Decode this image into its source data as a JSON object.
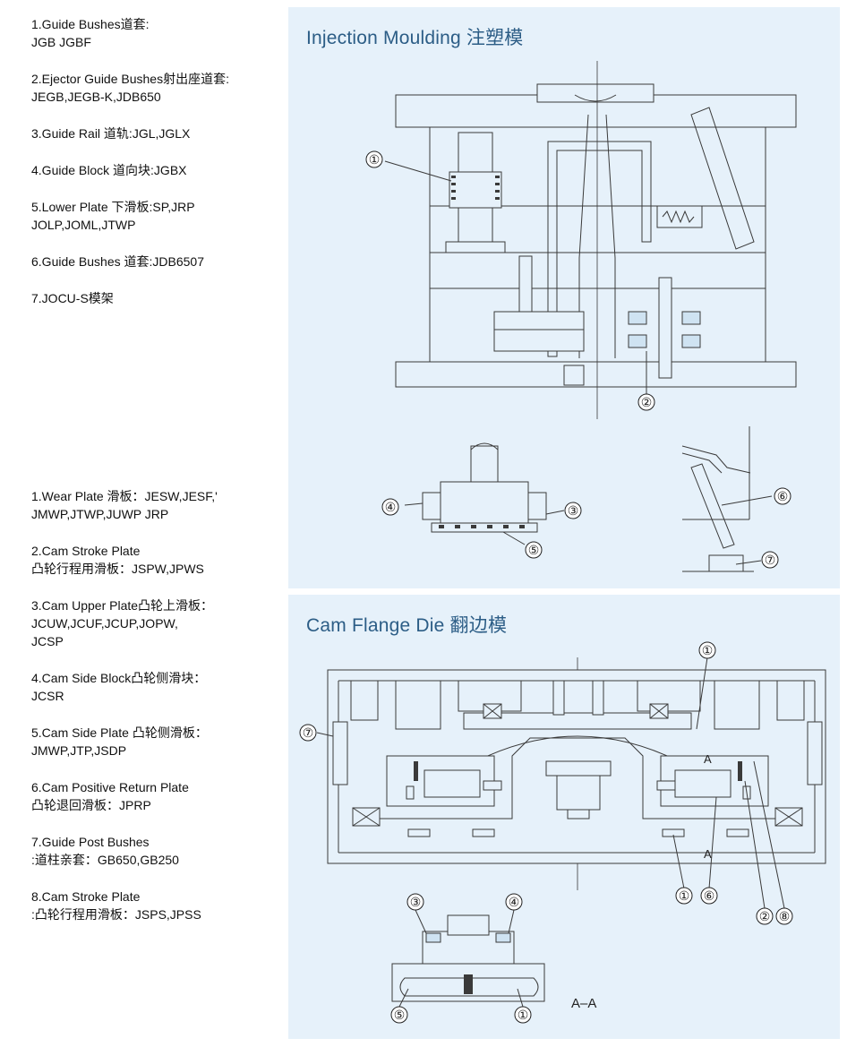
{
  "list_injection": [
    {
      "text": "1.Guide Bushes道套:\nJGB JGBF"
    },
    {
      "text": "2.Ejector Guide Bushes射出座道套:\nJEGB,JEGB-K,JDB650"
    },
    {
      "text": "3.Guide Rail 道轨:JGL,JGLX"
    },
    {
      "text": "4.Guide Block 道向块:JGBX"
    },
    {
      "text": "5.Lower Plate 下滑板:SP,JRP\nJOLP,JOML,JTWP"
    },
    {
      "text": "6.Guide Bushes 道套:JDB6507"
    },
    {
      "text": "7.JOCU-S模架"
    }
  ],
  "list_cam": [
    {
      "text": "1.Wear Plate 滑板：JESW,JESF,'\nJMWP,JTWP,JUWP JRP"
    },
    {
      "text": "2.Cam Stroke Plate\n凸轮行程用滑板：JSPW,JPWS"
    },
    {
      "text": "3.Cam Upper Plate凸轮上滑板：\nJCUW,JCUF,JCUP,JOPW,\nJCSP"
    },
    {
      "text": "4.Cam Side Block凸轮侧滑块：\nJCSR"
    },
    {
      "text": "5.Cam Side Plate 凸轮侧滑板：\nJMWP,JTP,JSDP"
    },
    {
      "text": "6.Cam Positive Return Plate\n凸轮退回滑板：JPRP"
    },
    {
      "text": "7.Guide Post Bushes\n:道柱亲套：GB650,GB250"
    },
    {
      "text": "8.Cam Stroke Plate\n:凸轮行程用滑板：JSPS,JPSS"
    }
  ],
  "panel_injection": {
    "title": "Injection Moulding 注塑模",
    "callouts": {
      "c1": "①",
      "c2": "②",
      "c3": "③",
      "c4": "④",
      "c5": "⑤",
      "c6": "⑥",
      "c7": "⑦"
    }
  },
  "panel_cam": {
    "title": "Cam Flange Die 翻边模",
    "callouts": {
      "top1": "①",
      "c7": "⑦",
      "bot1a": "①",
      "bot6": "⑥",
      "bot2": "②",
      "bot8": "⑧",
      "s3": "③",
      "s4": "④",
      "s5": "⑤",
      "s1": "①"
    },
    "section_marks": {
      "a_top": "A",
      "a_bottom": "A"
    },
    "section_label": "A–A"
  },
  "colors": {
    "panel_bg": "#e6f1fa",
    "title": "#2c5d86",
    "line": "#3a3a3a"
  }
}
